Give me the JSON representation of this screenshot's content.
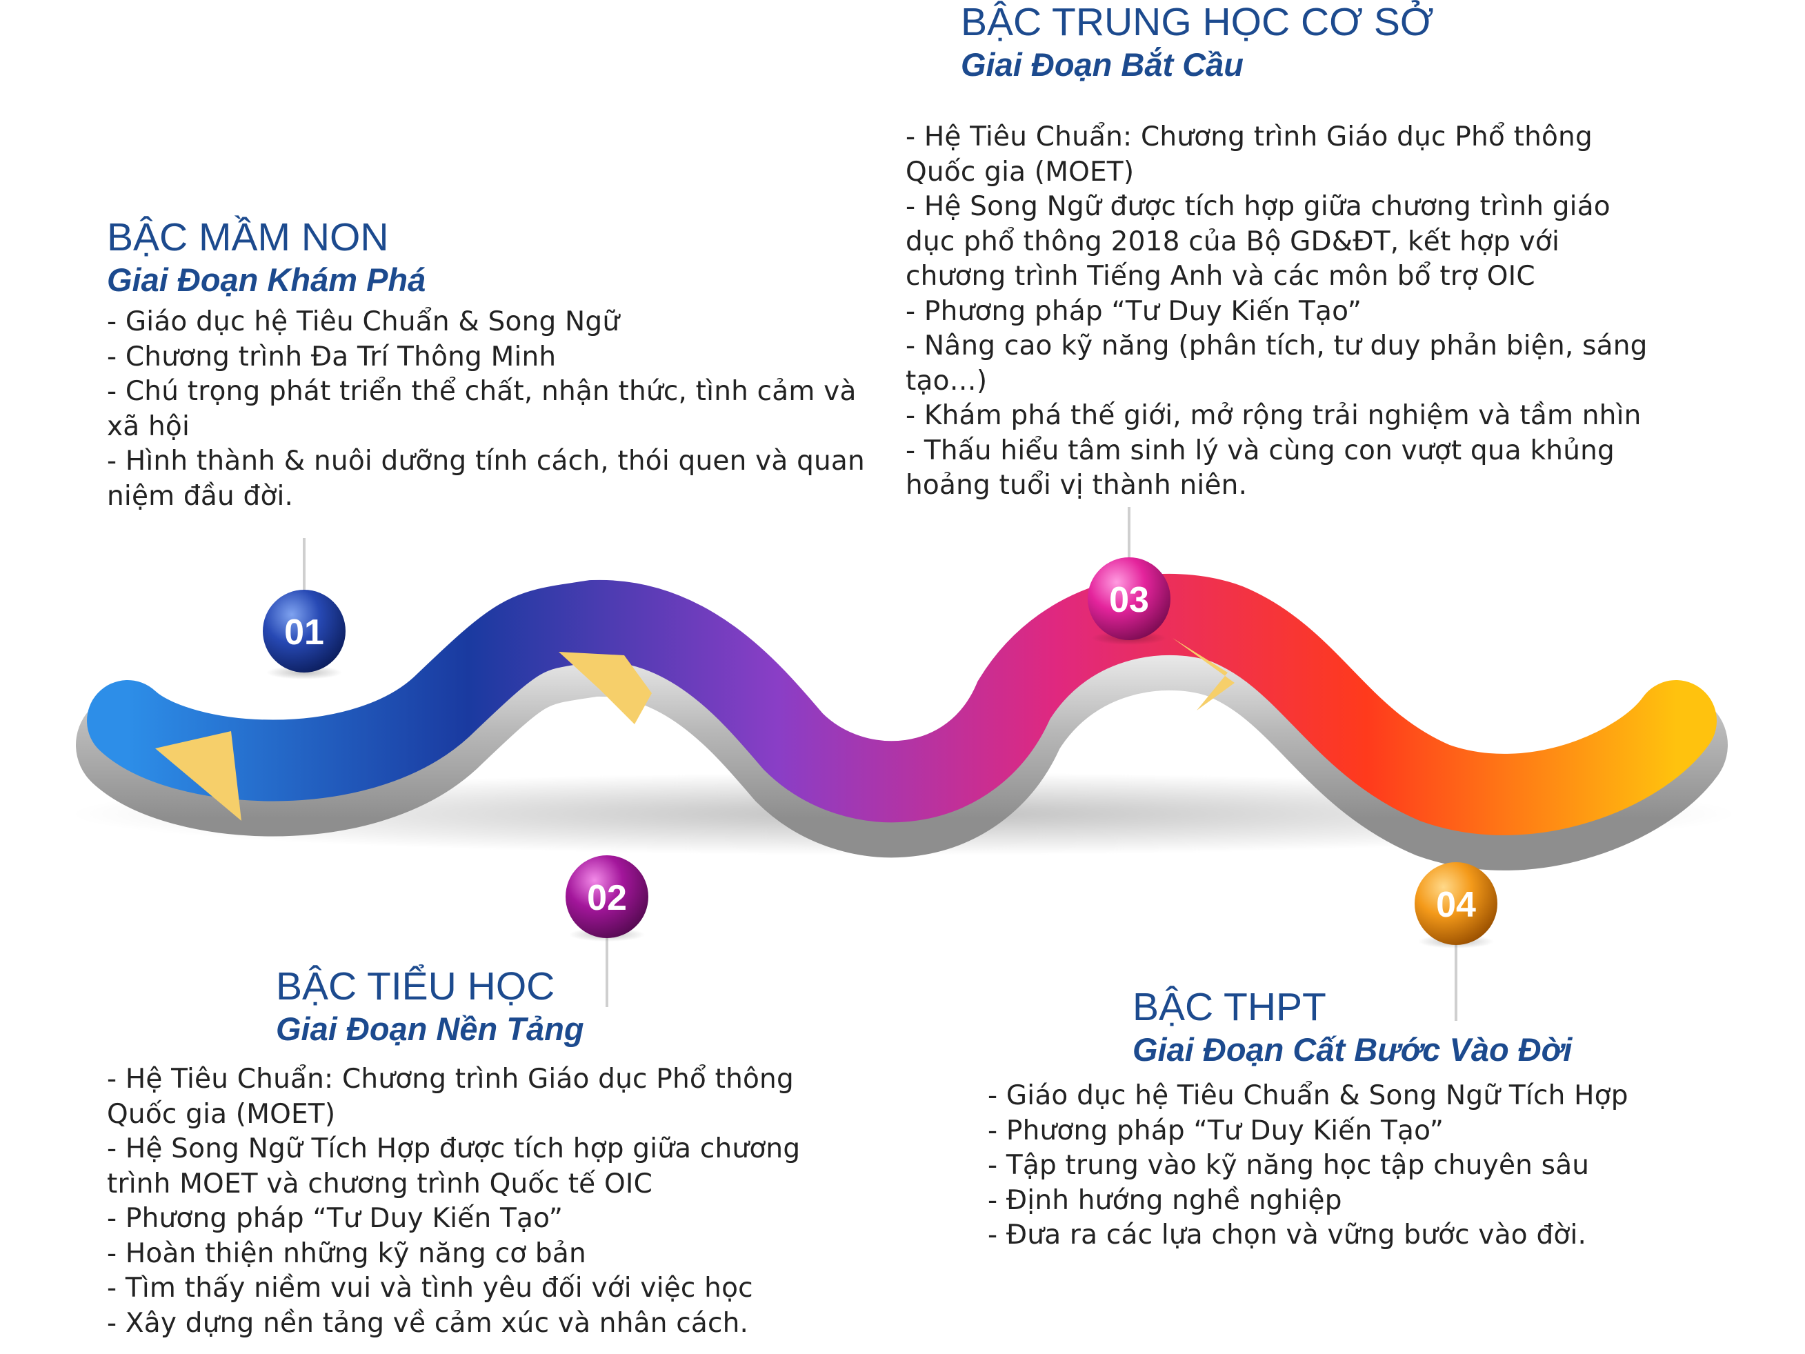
{
  "stages": [
    {
      "number": "01",
      "title": "BẬC MẦM NON",
      "subtitle": "Giai Đoạn Khám Phá",
      "color": "#1f3f9a",
      "items": [
        "- Giáo dục hệ Tiêu Chuẩn & Song Ngữ",
        "- Chương trình Đa Trí Thông Minh",
        "- Chú trọng phát triển thể chất, nhận thức, tình cảm và xã hội",
        "- Hình thành & nuôi dưỡng tính cách, thói quen và quan niệm đầu đời."
      ]
    },
    {
      "number": "02",
      "title": "BẬC TIỂU HỌC",
      "subtitle": "Giai Đoạn Nền Tảng",
      "color": "#a3169b",
      "items": [
        "- Hệ Tiêu Chuẩn: Chương trình Giáo dục Phổ thông Quốc gia (MOET)",
        "- Hệ Song Ngữ Tích Hợp được tích hợp giữa chương trình MOET và chương trình Quốc tế OIC",
        "- Phương pháp “Tư Duy Kiến Tạo”",
        "- Hoàn thiện những kỹ năng cơ bản",
        "- Tìm thấy niềm vui và tình yêu đối với việc học",
        "- Xây dựng nền tảng về cảm xúc và nhân cách."
      ]
    },
    {
      "number": "03",
      "title": "BẬC TRUNG HỌC CƠ SỞ",
      "subtitle": "Giai Đoạn Bắt Cầu",
      "color": "#e4249c",
      "items": [
        "- Hệ Tiêu Chuẩn: Chương trình Giáo dục Phổ thông Quốc gia (MOET)",
        "- Hệ Song Ngữ được tích hợp giữa chương trình giáo dục phổ thông 2018 của Bộ GD&ĐT, kết hợp với chương trình Tiếng Anh và các môn bổ trợ OIC",
        "- Phương pháp “Tư Duy Kiến Tạo”",
        "- Nâng cao kỹ năng (phân tích, tư duy phản biện, sáng tạo…)",
        "- Khám phá thế giới, mở rộng trải nghiệm và tầm nhìn",
        "- Thấu hiểu tâm sinh lý và cùng con vượt qua khủng hoảng tuổi vị thành niên."
      ]
    },
    {
      "number": "04",
      "title": "BẬC THPT",
      "subtitle": "Giai Đoạn Cất Bước Vào Đời",
      "color": "#f49a1a",
      "items": [
        "- Giáo dục hệ Tiêu Chuẩn & Song Ngữ Tích Hợp",
        "- Phương pháp “Tư Duy Kiến Tạo”",
        "- Tập trung vào kỹ năng học tập chuyên sâu",
        "- Định hướng nghề nghiệp",
        "- Đưa ra các lựa chọn và vững bước vào đời."
      ]
    }
  ],
  "road_gradient": [
    "#2d8ee8",
    "#1a3aa0",
    "#8a3ec6",
    "#e0287f",
    "#ff3a1c",
    "#ffc20e"
  ],
  "arrow_color": "#f6cf6a"
}
